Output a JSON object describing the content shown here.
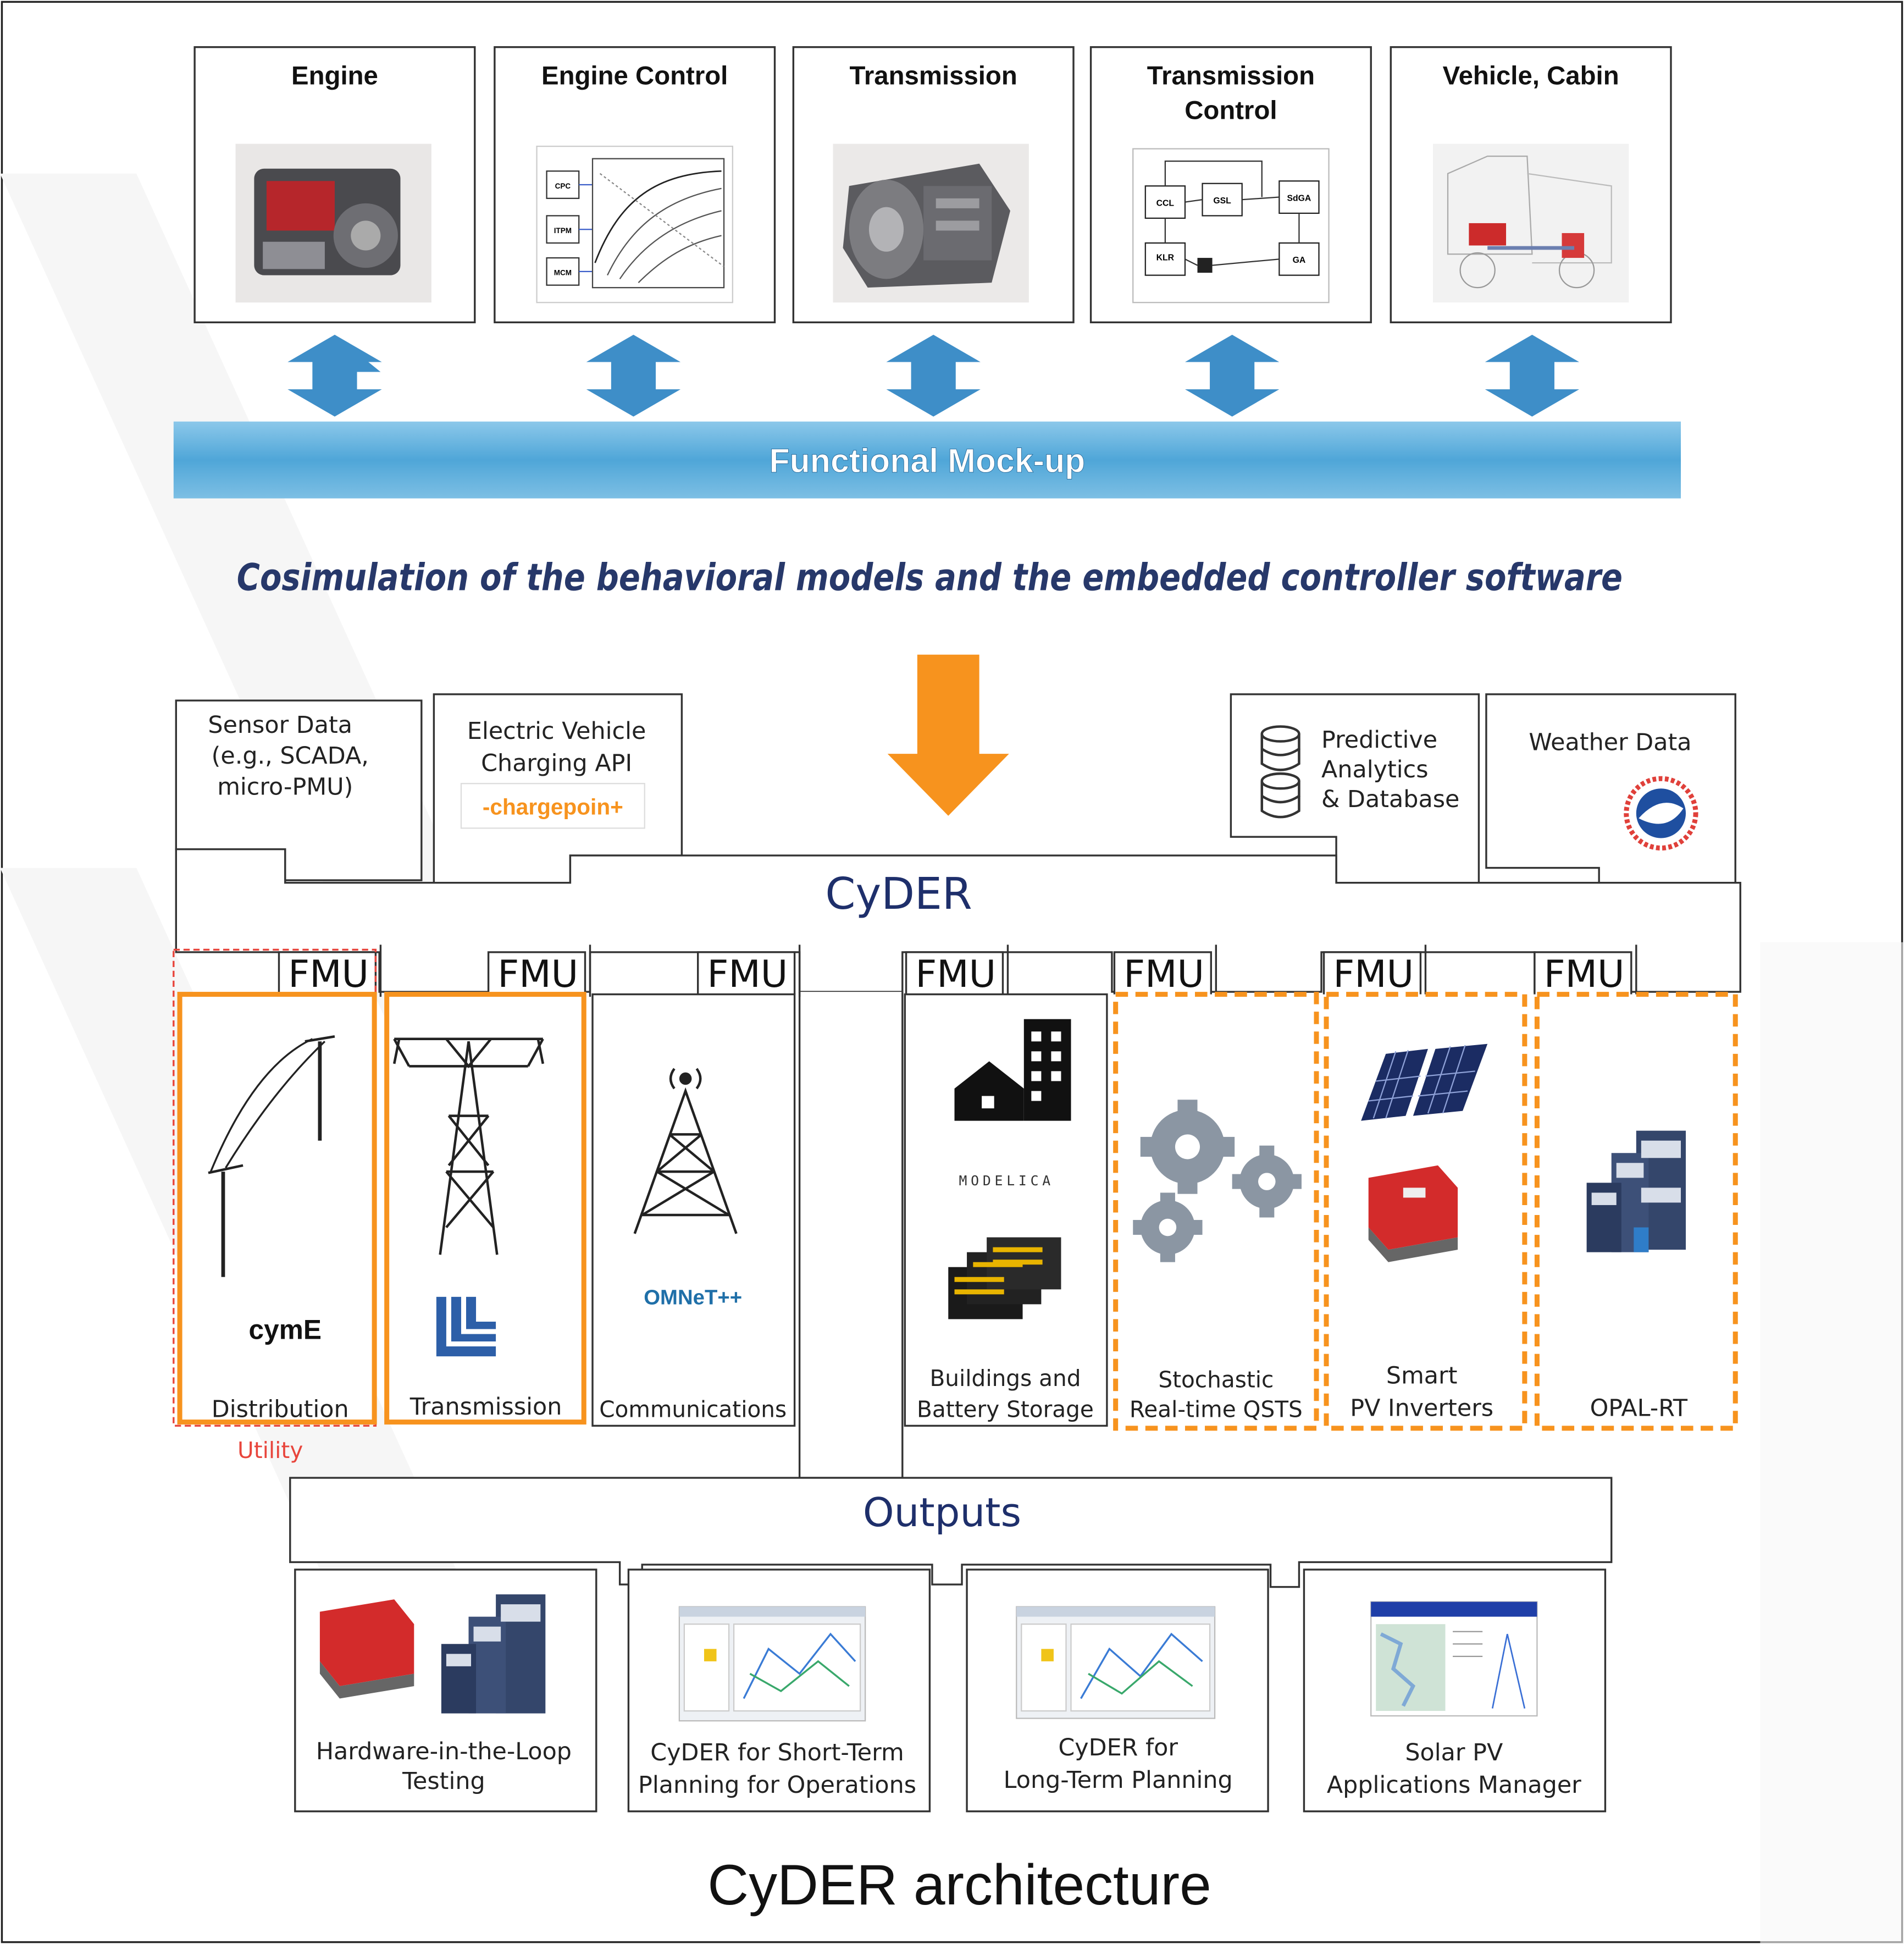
{
  "top_panels": [
    {
      "title_lines": [
        "Engine"
      ],
      "image": "truck-engine-photo"
    },
    {
      "title_lines": [
        "Engine Control"
      ],
      "image": "engine-control-map-diagram",
      "diagram_labels": [
        "CPC",
        "ITPM",
        "MCM"
      ]
    },
    {
      "title_lines": [
        "Transmission"
      ],
      "image": "gearbox-photo"
    },
    {
      "title_lines": [
        "Transmission",
        "Control"
      ],
      "image": "transmission-control-block-diagram",
      "diagram_labels": [
        "CCL",
        "GSL",
        "SdGA",
        "KLR",
        "GA"
      ]
    },
    {
      "title_lines": [
        "Vehicle, Cabin"
      ],
      "image": "truck-cabin-wireframe"
    }
  ],
  "fmu_bar_label": "Functional Mock-up",
  "cosimulation_caption": "Cosimulation of the behavioral models and the embedded controller software",
  "colors": {
    "orange": "#F7931E",
    "bar_blue": "#5AAEDB",
    "arrow_blue": "#3E8EC8",
    "navy": "#27386A",
    "utility_red": "#E8453C",
    "tower_blue": "#2D5FA8",
    "omnet_blue": "#1F6FA8"
  },
  "inputs": {
    "sensor": [
      "Sensor Data",
      "(e.g., SCADA,",
      "micro-PMU)"
    ],
    "ev": [
      "Electric Vehicle",
      "Charging API"
    ],
    "ev_logo": "-chargepoin+",
    "predictive": [
      "Predictive",
      "Analytics",
      "& Database"
    ],
    "weather": [
      "Weather Data"
    ]
  },
  "cyder_label": "CyDER",
  "fmu_tab": "FMU",
  "modules": [
    {
      "lines": [
        "Distribution"
      ],
      "logo": "cymE",
      "icon": "power-pole-icon"
    },
    {
      "lines": [
        "Transmission"
      ],
      "icon": "transmission-tower-icon"
    },
    {
      "lines": [
        "Communications"
      ],
      "logo": "OMNeT++",
      "icon": "radio-tower-icon"
    },
    {
      "lines": [
        "Buildings and",
        "Battery Storage"
      ],
      "logo": "MODELICA",
      "icon": "buildings-icon"
    },
    {
      "lines": [
        "Stochastic",
        "Real-time QSTS"
      ],
      "icon": "gears-icon"
    },
    {
      "lines": [
        "Smart",
        "PV Inverters"
      ],
      "icon": "solar-panel-icon"
    },
    {
      "lines": [
        "OPAL-RT"
      ],
      "icon": "simulator-rack-icon"
    }
  ],
  "utility_label": "Utility",
  "outputs_label": "Outputs",
  "outputs": [
    {
      "lines": [
        "Hardware-in-the-Loop",
        "Testing"
      ]
    },
    {
      "lines": [
        "CyDER for Short-Term",
        "Planning for Operations"
      ]
    },
    {
      "lines": [
        "CyDER for",
        "Long-Term Planning"
      ]
    },
    {
      "lines": [
        "Solar PV",
        "Applications Manager"
      ]
    }
  ],
  "caption": "CyDER architecture"
}
